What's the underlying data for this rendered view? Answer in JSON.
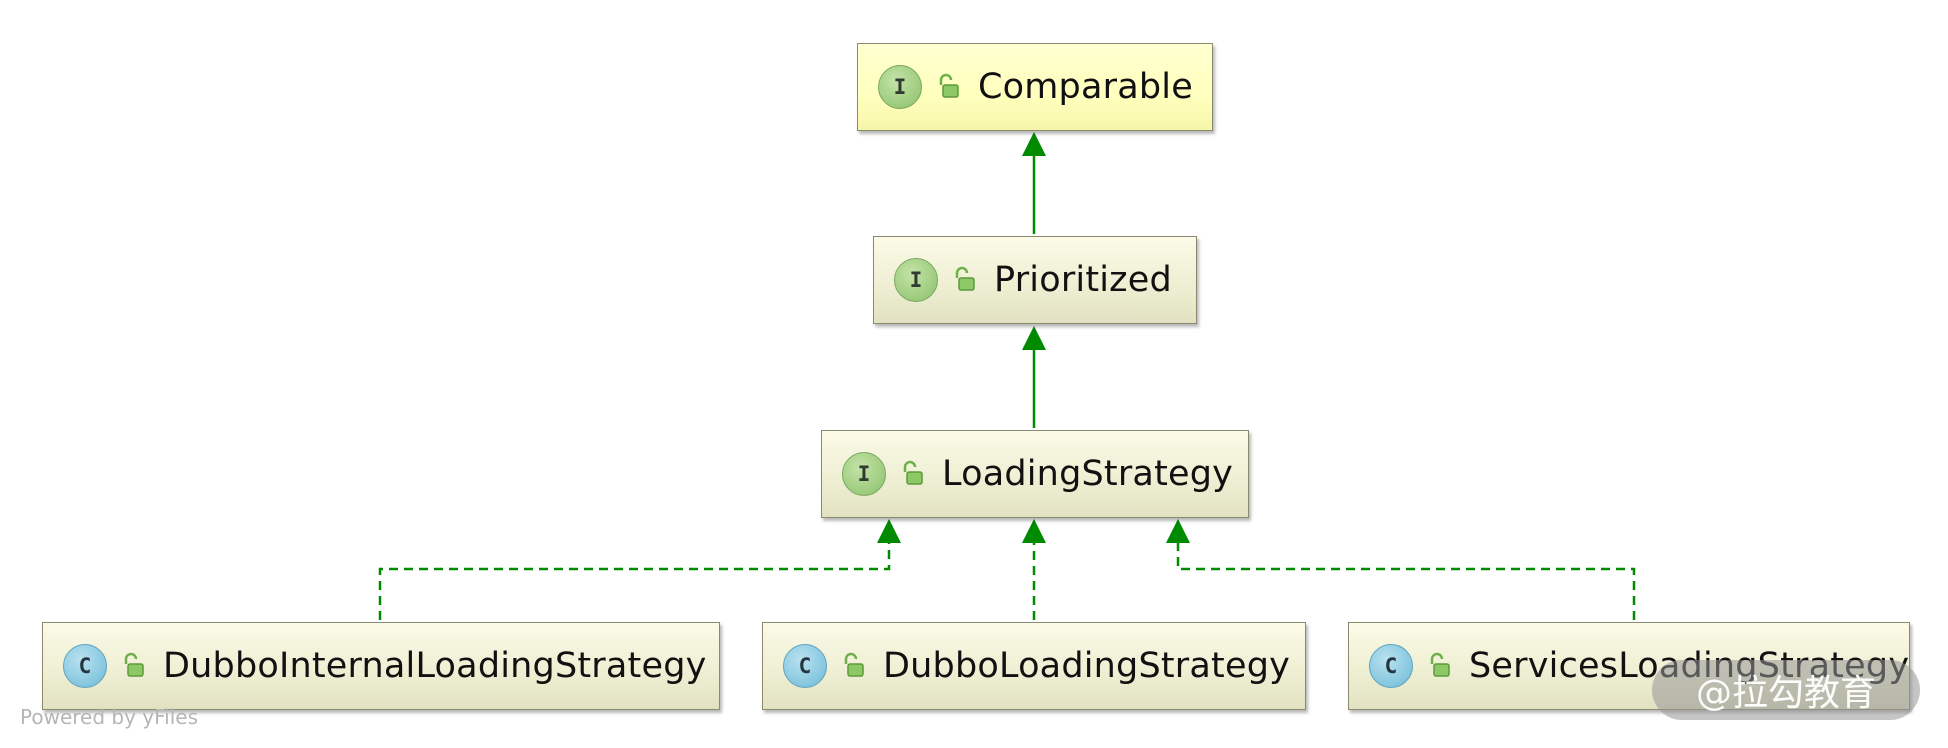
{
  "diagram": {
    "nodes": [
      {
        "id": "comparable",
        "kind": "interface",
        "kind_glyph": "I",
        "access_icon": "public-lock-icon",
        "label": "Comparable",
        "highlighted": true
      },
      {
        "id": "prioritized",
        "kind": "interface",
        "kind_glyph": "I",
        "access_icon": "public-lock-icon",
        "label": "Prioritized",
        "highlighted": false
      },
      {
        "id": "loading_strategy",
        "kind": "interface",
        "kind_glyph": "I",
        "access_icon": "public-lock-icon",
        "label": "LoadingStrategy",
        "highlighted": false
      },
      {
        "id": "dubbo_internal",
        "kind": "class",
        "kind_glyph": "C",
        "access_icon": "public-lock-icon",
        "label": "DubboInternalLoadingStrategy",
        "highlighted": false
      },
      {
        "id": "dubbo_loading",
        "kind": "class",
        "kind_glyph": "C",
        "access_icon": "public-lock-icon",
        "label": "DubboLoadingStrategy",
        "highlighted": false
      },
      {
        "id": "services_loading",
        "kind": "class",
        "kind_glyph": "C",
        "access_icon": "public-lock-icon",
        "label": "ServicesLoadingStrategy",
        "highlighted": false
      }
    ],
    "edges": [
      {
        "from": "prioritized",
        "to": "comparable",
        "type": "extends",
        "style": "solid"
      },
      {
        "from": "loading_strategy",
        "to": "prioritized",
        "type": "extends",
        "style": "solid"
      },
      {
        "from": "dubbo_internal",
        "to": "loading_strategy",
        "type": "implements",
        "style": "dashed"
      },
      {
        "from": "dubbo_loading",
        "to": "loading_strategy",
        "type": "implements",
        "style": "dashed"
      },
      {
        "from": "services_loading",
        "to": "loading_strategy",
        "type": "implements",
        "style": "dashed"
      }
    ],
    "edge_color": "#008a00",
    "interface_icon_color": "#9ccb7c",
    "class_icon_color": "#84c6df"
  },
  "footer": {
    "text": "Powered by yFiles"
  },
  "watermark": {
    "text": "@拉勾教育"
  }
}
